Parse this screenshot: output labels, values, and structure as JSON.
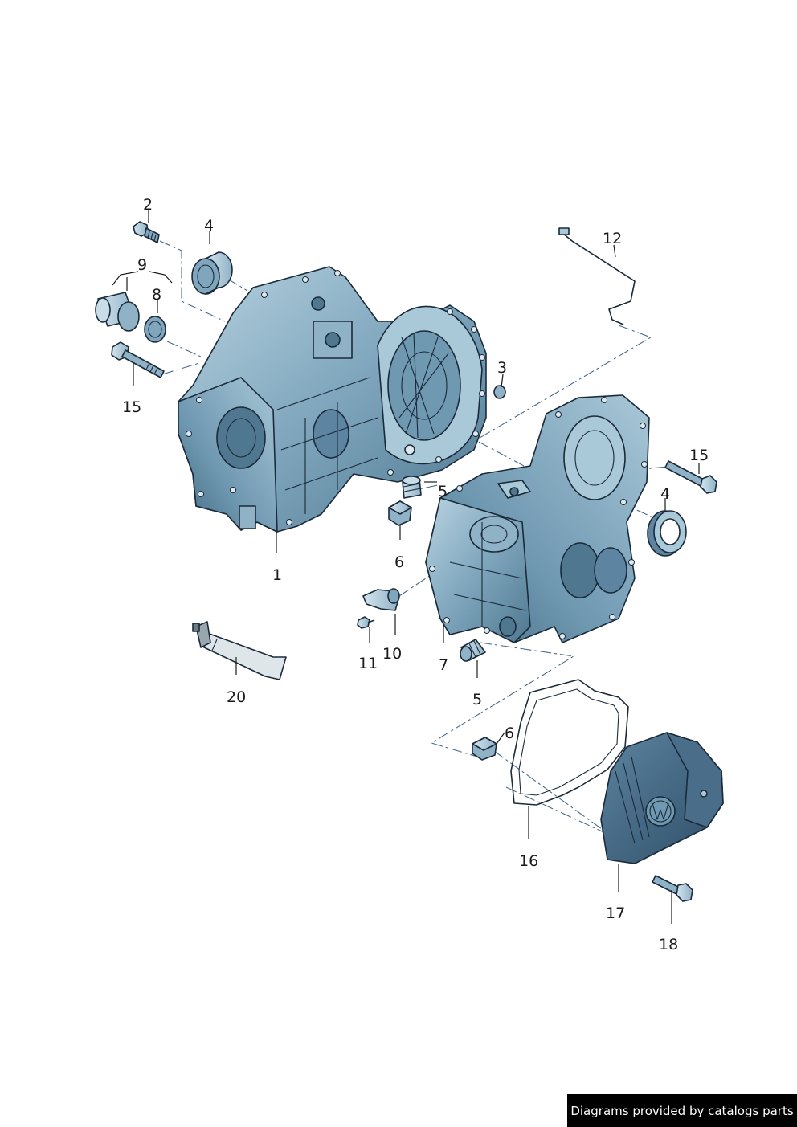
{
  "callouts": {
    "c1": "1",
    "c2": "2",
    "c3": "3",
    "c4a": "4",
    "c4b": "4",
    "c5a": "5",
    "c5b": "5",
    "c6a": "6",
    "c6b": "6",
    "c7": "7",
    "c8": "8",
    "c9": "9",
    "c10": "10",
    "c11": "11",
    "c12": "12",
    "c15a": "15",
    "c15b": "15",
    "c16": "16",
    "c17": "17",
    "c18": "18",
    "c20": "20"
  },
  "footer": {
    "credit": "Diagrams provided by catalogs parts"
  },
  "colors": {
    "housing": "#7fa6bd",
    "housing_light": "#a9c8d8",
    "housing_dark": "#4f7890",
    "outline": "#1b2a3a",
    "background": "#ffffff"
  }
}
